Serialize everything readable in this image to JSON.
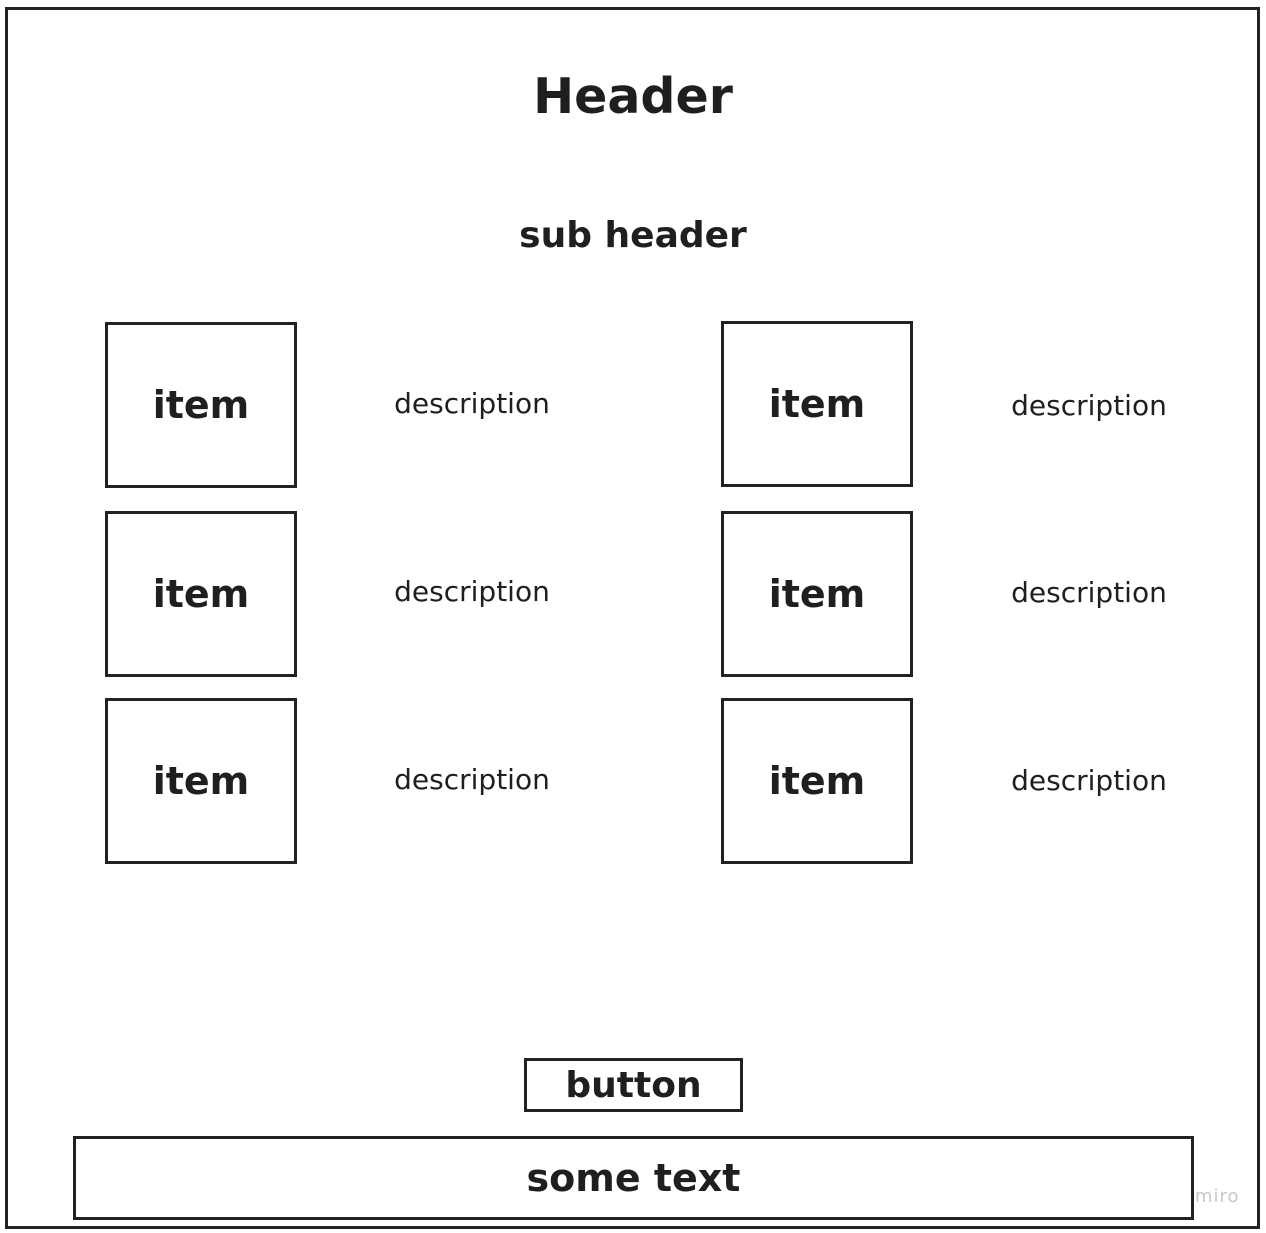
{
  "header": {
    "title": "Header",
    "subtitle": "sub header"
  },
  "items": [
    {
      "label": "item",
      "description": "description"
    },
    {
      "label": "item",
      "description": "description"
    },
    {
      "label": "item",
      "description": "description"
    },
    {
      "label": "item",
      "description": "description"
    },
    {
      "label": "item",
      "description": "description"
    },
    {
      "label": "item",
      "description": "description"
    }
  ],
  "button": {
    "label": "button"
  },
  "footer": {
    "text": "some text"
  },
  "watermark": "miro"
}
